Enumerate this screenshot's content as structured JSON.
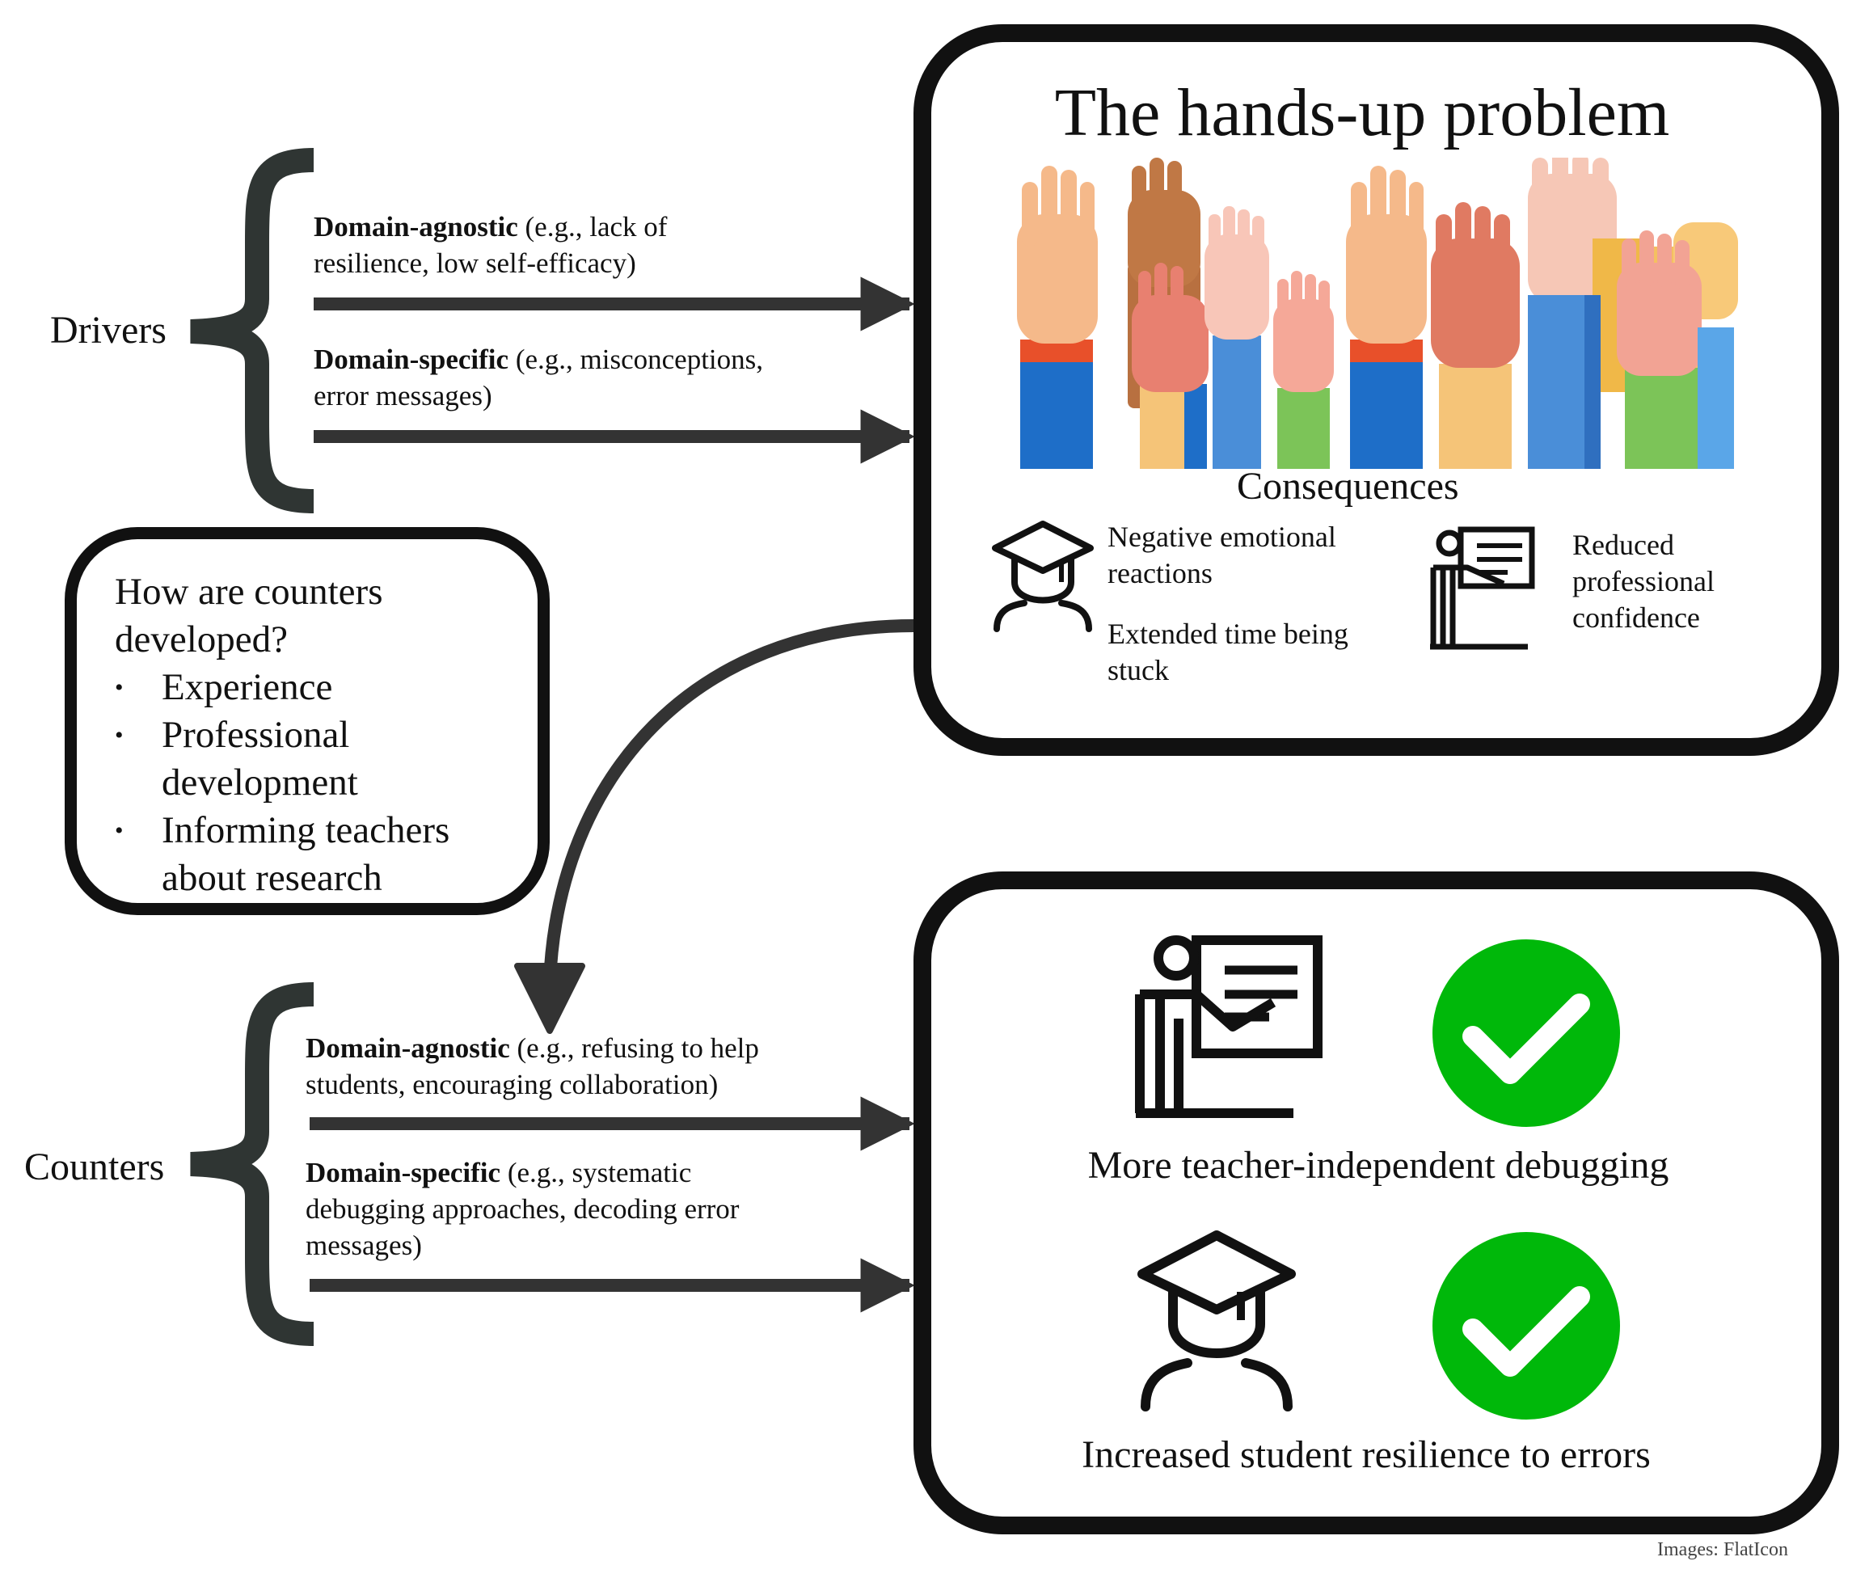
{
  "title": "The hands-up problem",
  "drivers": {
    "label": "Drivers",
    "agnostic_bold": "Domain-agnostic",
    "agnostic_line1": " (e.g., lack of",
    "agnostic_line2": "resilience, low self-efficacy)",
    "specific_bold": "Domain-specific",
    "specific_line1": " (e.g., misconceptions,",
    "specific_line2": "error messages)"
  },
  "consequences": {
    "heading": "Consequences",
    "item1_line1": "Negative emotional",
    "item1_line2": "reactions",
    "item2_line1": "Extended time being",
    "item2_line2": "stuck",
    "item3_line1": "Reduced",
    "item3_line2": "professional",
    "item3_line3": "confidence"
  },
  "how_box": {
    "line1": "How are counters",
    "line2": "developed?",
    "items": [
      {
        "l1": "Experience",
        "l2": ""
      },
      {
        "l1": "Professional",
        "l2": "development"
      },
      {
        "l1": "Informing teachers",
        "l2": "about research"
      }
    ]
  },
  "counters": {
    "label": "Counters",
    "agnostic_bold": "Domain-agnostic",
    "agnostic_line1": " (e.g., refusing to help",
    "agnostic_line2": "students, encouraging collaboration)",
    "specific_bold": "Domain-specific",
    "specific_line1": " (e.g., systematic",
    "specific_line2": "debugging approaches, decoding error",
    "specific_line3": "messages)"
  },
  "outcomes": {
    "teacher": "More teacher-independent debugging",
    "student": "Increased student resilience to errors"
  },
  "credit": "Images: FlatIcon",
  "colors": {
    "ink": "#111111",
    "arrow": "#333333",
    "brace": "#2f3533",
    "check_green": "#00b80a"
  },
  "icons": [
    "raised-hands-illustration",
    "graduate-student-icon",
    "teacher-board-icon",
    "checkmark-circle-icon"
  ]
}
